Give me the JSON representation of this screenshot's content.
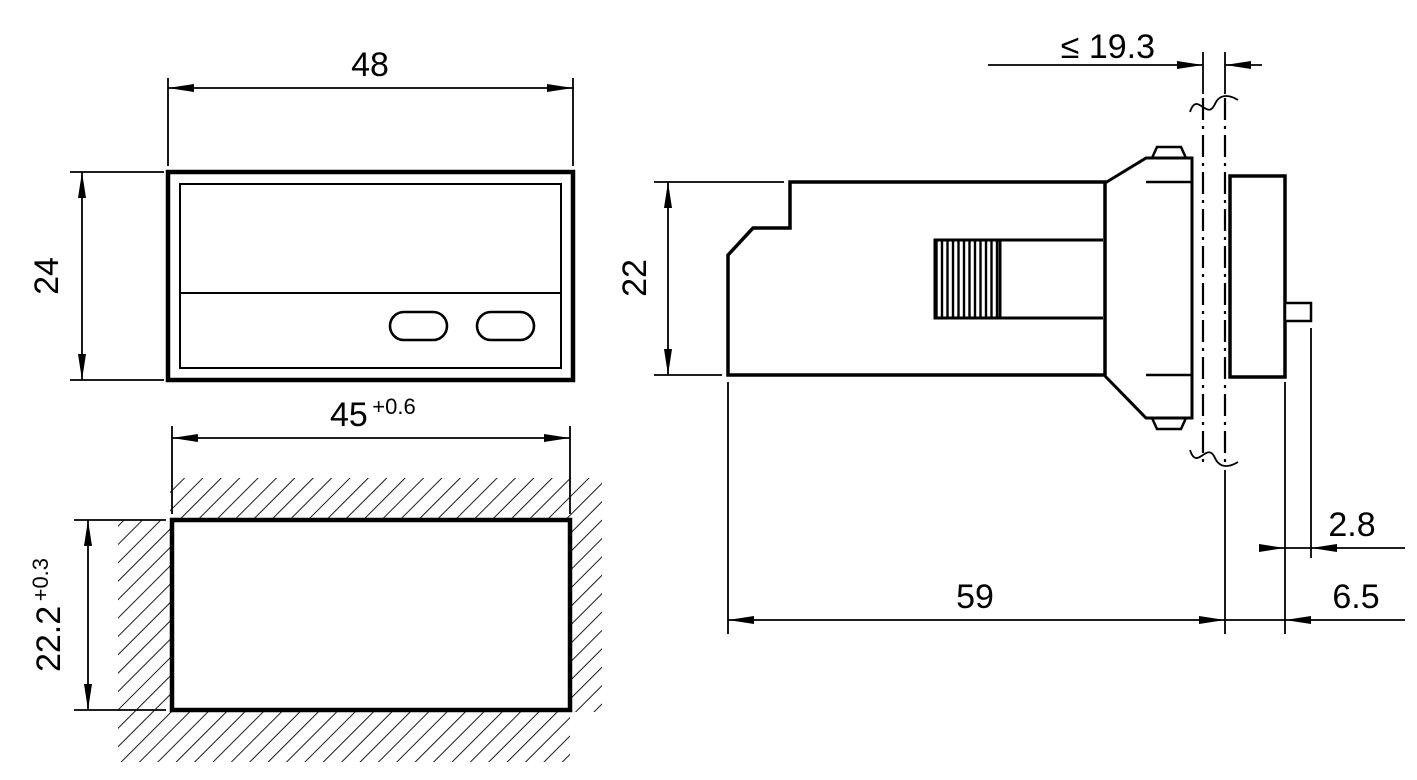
{
  "drawing": {
    "front_view": {
      "width": "48",
      "height": "24"
    },
    "panel_cutout": {
      "width": "45",
      "width_tolerance": "+0.6",
      "height": "22.2",
      "height_tolerance": "+0.3"
    },
    "side_view": {
      "panel_thickness_max": "≤ 19.3",
      "height": "22",
      "depth": "59",
      "front_projection": "6.5",
      "button_projection": "2.8"
    }
  },
  "colors": {
    "line": "#000000",
    "background": "#ffffff"
  }
}
